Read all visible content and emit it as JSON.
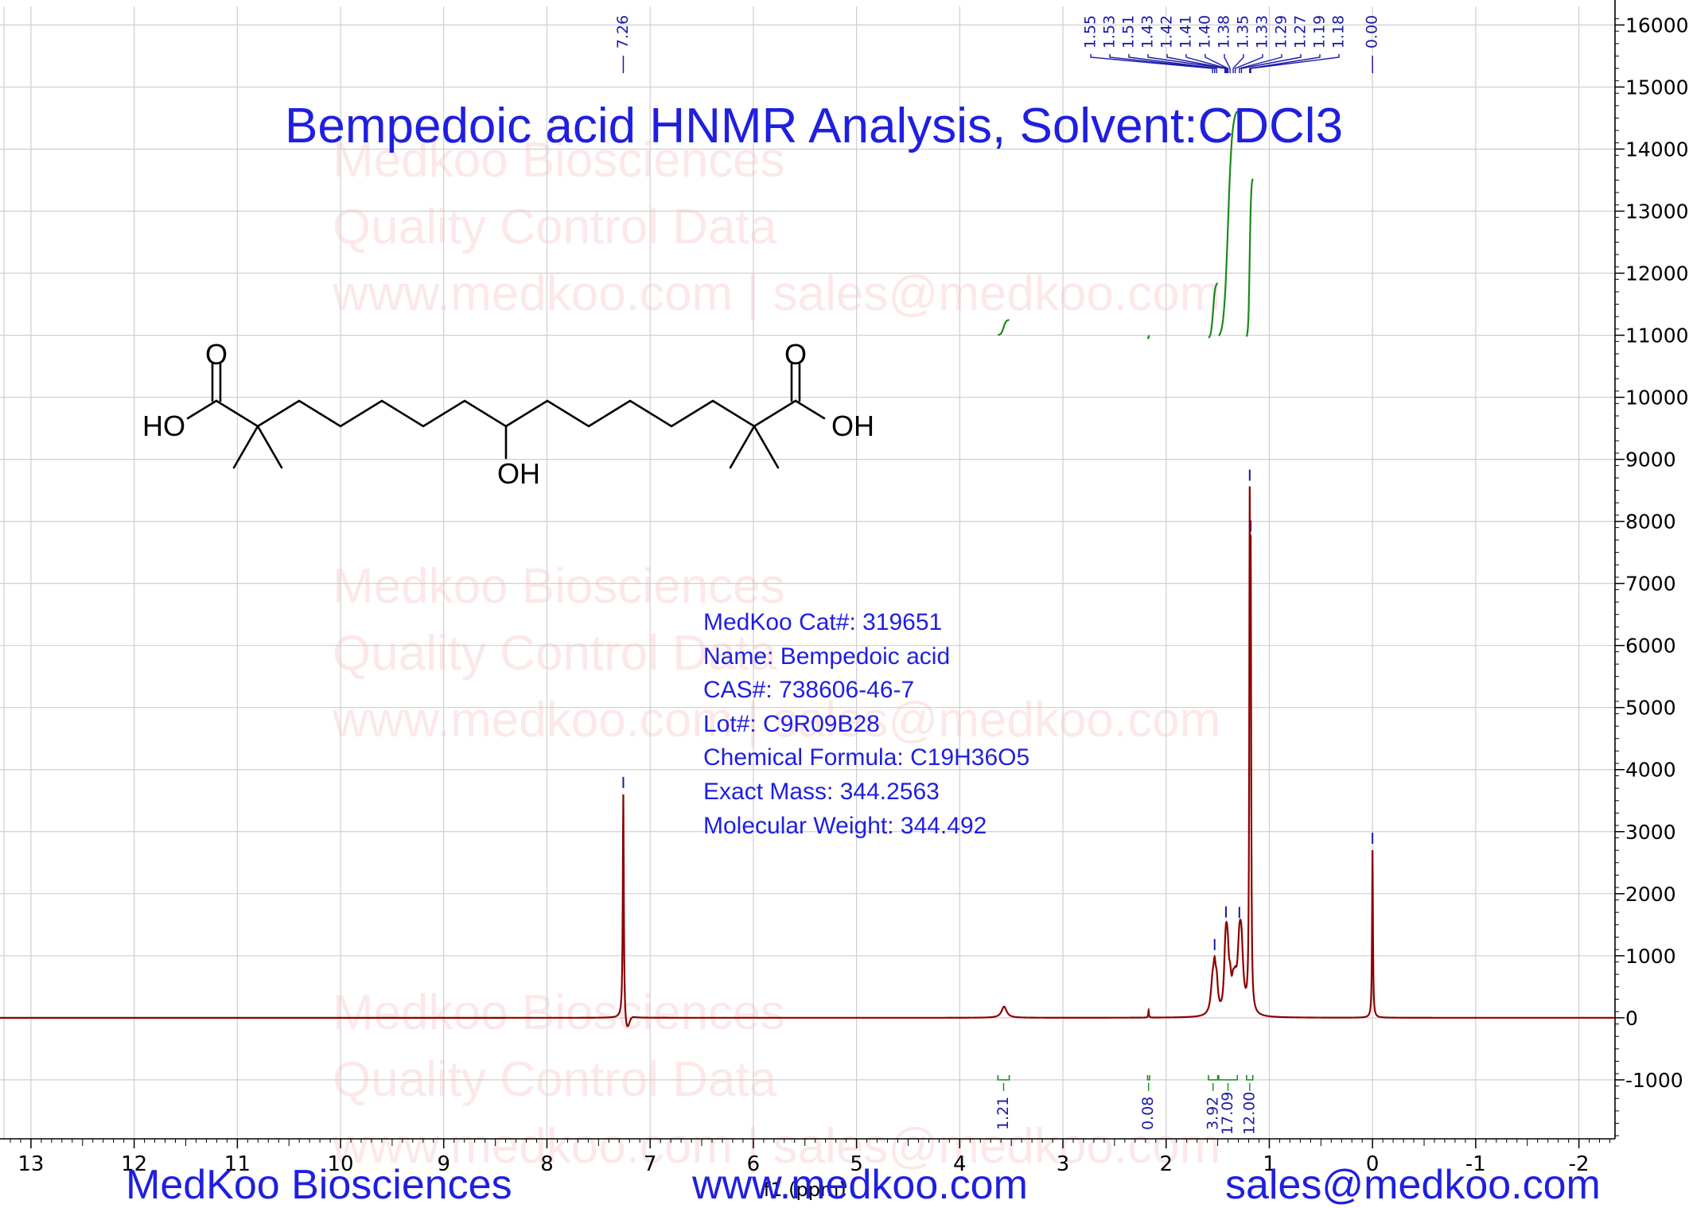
{
  "chart_data": {
    "type": "line",
    "title": "Bempedoic acid HNMR Analysis, Solvent:CDCl3",
    "xlabel": "f1 (ppm)",
    "ylabel": "",
    "xlim": [
      13.3,
      -2.35
    ],
    "ylim": [
      -1950,
      16300
    ],
    "x_ticks": [
      "13",
      "12",
      "11",
      "10",
      "9",
      "8",
      "7",
      "6",
      "5",
      "4",
      "3",
      "2",
      "1",
      "0",
      "-1",
      "-2"
    ],
    "y_ticks": [
      16000,
      15000,
      14000,
      13000,
      12000,
      11000,
      10000,
      9000,
      8000,
      7000,
      6000,
      5000,
      4000,
      3000,
      2000,
      1000,
      0,
      -1000
    ],
    "grid": true,
    "peaks": [
      {
        "ppm": 7.26,
        "height": 3600,
        "width": 0.006
      },
      {
        "ppm": 3.57,
        "height": 180,
        "width": 0.03
      },
      {
        "ppm": 2.17,
        "height": 120,
        "width": 0.004
      },
      {
        "ppm": 1.55,
        "height": 480,
        "width": 0.02
      },
      {
        "ppm": 1.53,
        "height": 560,
        "width": 0.014
      },
      {
        "ppm": 1.51,
        "height": 420,
        "width": 0.014
      },
      {
        "ppm": 1.43,
        "height": 520,
        "width": 0.014
      },
      {
        "ppm": 1.42,
        "height": 580,
        "width": 0.012
      },
      {
        "ppm": 1.41,
        "height": 540,
        "width": 0.012
      },
      {
        "ppm": 1.4,
        "height": 470,
        "width": 0.012
      },
      {
        "ppm": 1.38,
        "height": 400,
        "width": 0.014
      },
      {
        "ppm": 1.35,
        "height": 330,
        "width": 0.016
      },
      {
        "ppm": 1.33,
        "height": 300,
        "width": 0.016
      },
      {
        "ppm": 1.29,
        "height": 950,
        "width": 0.022
      },
      {
        "ppm": 1.27,
        "height": 850,
        "width": 0.02
      },
      {
        "ppm": 1.19,
        "height": 7200,
        "width": 0.005
      },
      {
        "ppm": 1.18,
        "height": 6200,
        "width": 0.005
      },
      {
        "ppm": 0.0,
        "height": 2700,
        "width": 0.005
      }
    ],
    "dip": {
      "ppm": 7.26,
      "depth": 220
    },
    "peak_labels": [
      "7.26",
      "1.55",
      "1.53",
      "1.51",
      "1.43",
      "1.42",
      "1.41",
      "1.40",
      "1.38",
      "1.35",
      "1.33",
      "1.29",
      "1.27",
      "1.19",
      "1.18",
      "0.00"
    ],
    "peak_label_ppm": [
      7.26,
      1.55,
      1.53,
      1.51,
      1.43,
      1.42,
      1.41,
      1.4,
      1.38,
      1.35,
      1.33,
      1.29,
      1.27,
      1.19,
      1.18,
      0.0
    ],
    "integrals": [
      {
        "label": "1.21",
        "from": 3.63,
        "to": 3.52,
        "bottom": 11000,
        "top": 11250
      },
      {
        "label": "0.08",
        "from": 2.18,
        "to": 2.16,
        "bottom": 10950,
        "top": 10990
      },
      {
        "label": "3.92",
        "from": 1.59,
        "to": 1.5,
        "bottom": 10950,
        "top": 11850
      },
      {
        "label": "17.09",
        "from": 1.49,
        "to": 1.31,
        "bottom": 10950,
        "top": 14650
      },
      {
        "label": "12.00",
        "from": 1.22,
        "to": 1.16,
        "bottom": 10950,
        "top": 13550
      }
    ],
    "structure": {
      "left_oh": "HO",
      "right_oh": "OH",
      "middle_oh": "OH",
      "carbonyl_o": "O"
    },
    "info": [
      "MedKoo Cat#: 319651",
      "Name: Bempedoic acid",
      "CAS#: 738606-46-7",
      "Lot#: C9R09B28",
      "Chemical Formula: C19H36O5",
      "Exact Mass: 344.2563",
      "Molecular Weight: 344.492"
    ],
    "watermark": [
      "Medkoo Biosciences",
      "Quality Control Data",
      "www.medkoo.com | sales@medkoo.com"
    ],
    "footer": {
      "left": "MedKoo Biosciences",
      "center": "www.medkoo.com",
      "right": "sales@medkoo.com"
    }
  }
}
